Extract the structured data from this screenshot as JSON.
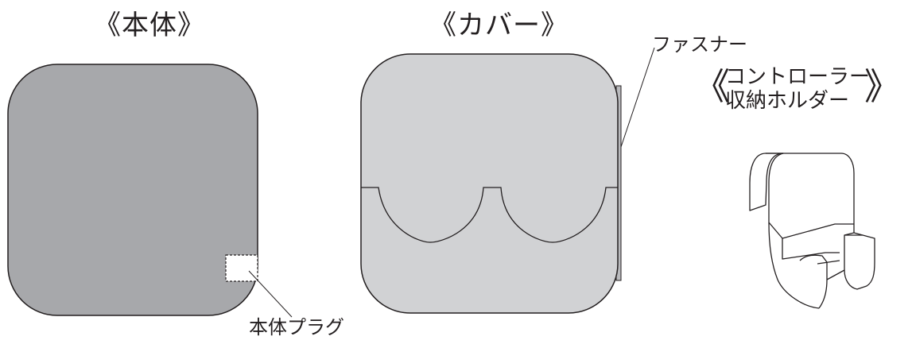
{
  "titles": {
    "body": "《本体》",
    "cover": "《カバー》"
  },
  "labels": {
    "zipper": "ファスナー",
    "body_plug": "本体プラグ",
    "holder_bracket_open": "《",
    "holder_bracket_close": "》",
    "holder_line1": "コントローラー",
    "holder_line2": "収納ホルダー"
  },
  "colors": {
    "body_fill": "#a7a8ab",
    "cover_fill": "#d1d2d4",
    "outline": "#231f20",
    "plug_fill": "#ffffff"
  }
}
